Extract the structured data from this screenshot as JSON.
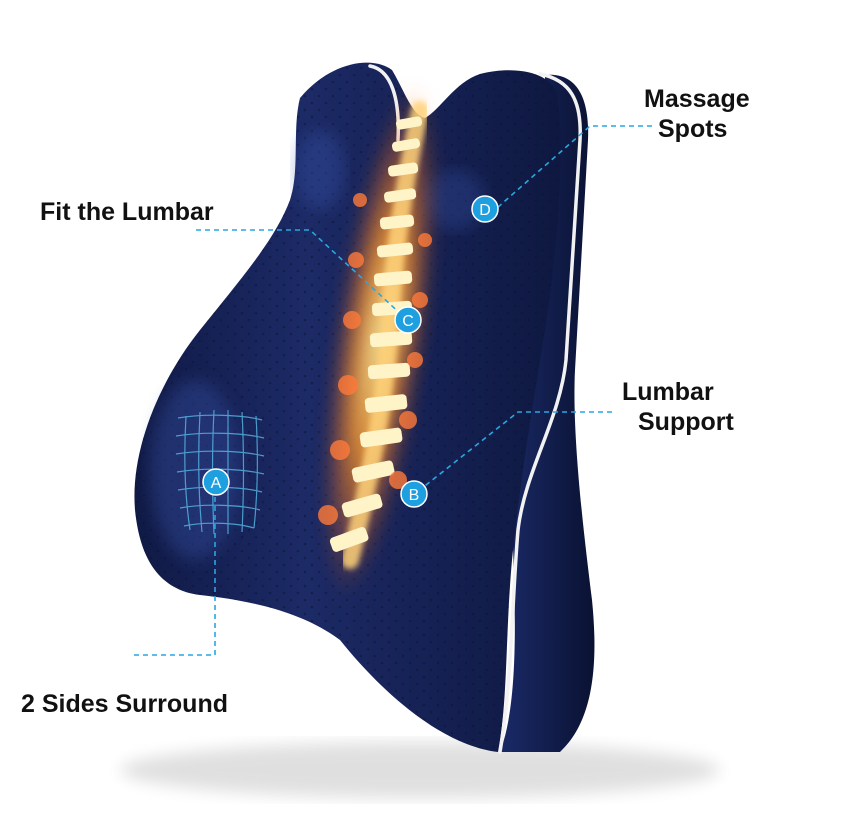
{
  "callouts": {
    "massage_line1": "Massage",
    "massage_line2": "Spots",
    "fit_lumbar": "Fit the Lumbar",
    "lumbar_line1": "Lumbar",
    "lumbar_line2": "Support",
    "sides_surround": "2 Sides Surround"
  },
  "markers": {
    "a": "A",
    "b": "B",
    "c": "C",
    "d": "D"
  },
  "colors": {
    "cushion": "#1a2860",
    "cushion_dark": "#0c1538",
    "piping": "#f2f2f2",
    "marker": "#1e9fe0",
    "leader": "#2aa6e0",
    "spine_glow": "#ff8a1e"
  }
}
